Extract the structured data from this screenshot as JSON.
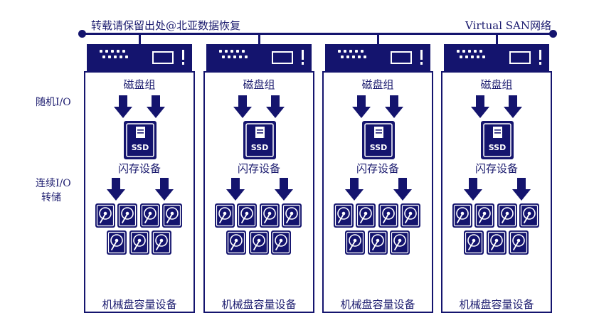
{
  "network": {
    "left_text": "转载请保留出处@北亚数据恢复",
    "right_text": "Virtual SAN网络"
  },
  "labels": {
    "random_io": "随机I/O",
    "sequential_io_line1": "连续I/O",
    "sequential_io_line2": "转储"
  },
  "nodes": [
    {
      "disk_group_label": "磁盘组",
      "flash_label": "闪存设备",
      "capacity_label": "机械盘容量设备",
      "ssd_text": "SSD"
    },
    {
      "disk_group_label": "磁盘组",
      "flash_label": "闪存设备",
      "capacity_label": "机械盘容量设备",
      "ssd_text": "SSD"
    },
    {
      "disk_group_label": "磁盘组",
      "flash_label": "闪存设备",
      "capacity_label": "机械盘容量设备",
      "ssd_text": "SSD"
    },
    {
      "disk_group_label": "磁盘组",
      "flash_label": "闪存设备",
      "capacity_label": "机械盘容量设备",
      "ssd_text": "SSD"
    }
  ],
  "colors": {
    "primary": "#14146e",
    "background": "#ffffff"
  },
  "icons": [
    "server-icon",
    "arrow-down-icon",
    "ssd-icon",
    "hard-drive-icon"
  ]
}
